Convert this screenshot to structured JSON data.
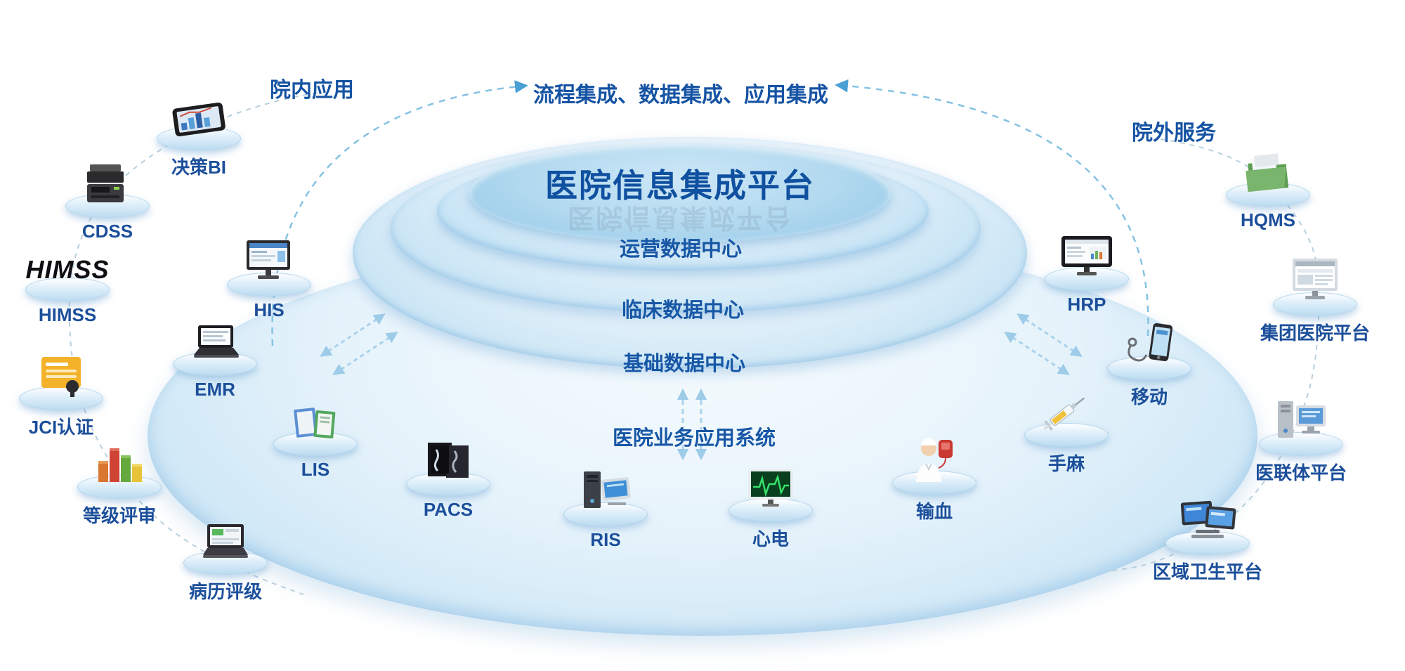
{
  "title": "医院信息集成平台",
  "title_reflection": "医院信息集成平台",
  "headers": {
    "left": "院内应用",
    "top": "流程集成、数据集成、应用集成",
    "right": "院外服务"
  },
  "tiers": {
    "operations": "运营数据中心",
    "clinical": "临床数据中心",
    "basic": "基础数据中心",
    "apps": "医院业务应用系统"
  },
  "nodes": {
    "juece_bi": "决策BI",
    "cdss": "CDSS",
    "himss": "HIMSS",
    "jci": "JCI认证",
    "dengji": "等级评审",
    "bingli": "病历评级",
    "his": "HIS",
    "emr": "EMR",
    "lis": "LIS",
    "pacs": "PACS",
    "ris": "RIS",
    "xindian": "心电",
    "shuxue": "输血",
    "shouma": "手麻",
    "yidong": "移动",
    "hrp": "HRP",
    "hqms": "HQMS",
    "jituan": "集团医院平台",
    "yilianti": "医联体平台",
    "quyu": "区域卫生平台"
  },
  "icon_text": {
    "himss_logo": "HIMSS"
  },
  "colors": {
    "accent_text": "#1553a3",
    "title_text": "#1050a0",
    "node_label": "#1c4f9b",
    "dash_arc_blue": "#85c2e2",
    "dash_chain_gray": "#b9cfdd",
    "disc_fill_light": "#e6f3fb",
    "disc_fill_deep": "#93c8e8"
  }
}
